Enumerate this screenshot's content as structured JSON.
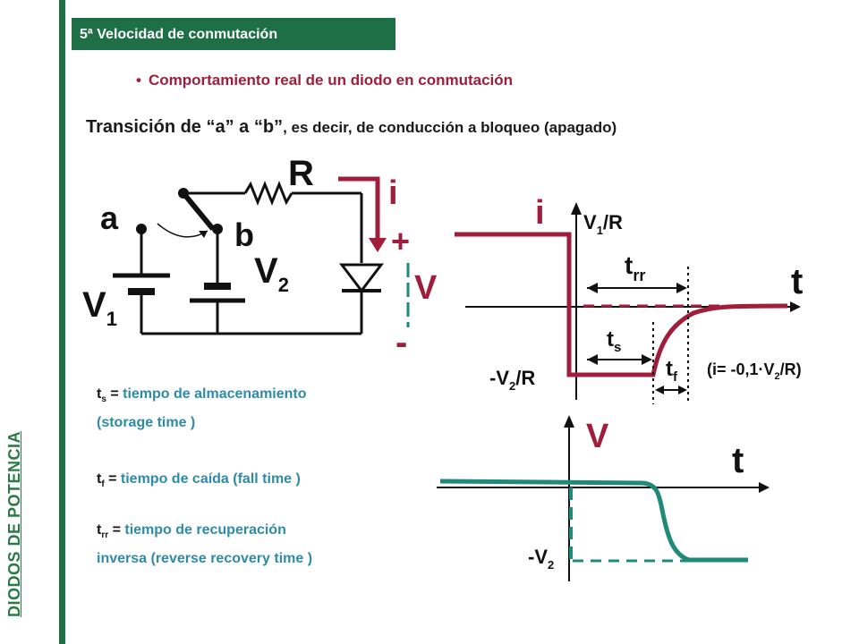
{
  "side_label": "DIODOS DE POTENCIA",
  "section_tag": "5ª Velocidad de conmutación",
  "bullet": "Comportamiento real de un diodo en conmutación",
  "heading": {
    "part1": "Transición de “a” a “b”",
    "part2": ", es decir, de conducción a bloqueo (apagado)"
  },
  "circuit": {
    "resistor": "R",
    "node_a": "a",
    "node_b": "b",
    "source1": "V",
    "source1_sub": "1",
    "source2": "V",
    "source2_sub": "2",
    "current": "i",
    "plus": "+",
    "voltage": "V",
    "minus": "-"
  },
  "current_plot": {
    "y_label": "i",
    "x_label": "t",
    "upper_level": "V",
    "upper_level_sub": "1",
    "upper_level_suffix": "/R",
    "lower_level": "-V",
    "lower_level_sub": "2",
    "lower_level_suffix": "/R",
    "trr": "t",
    "trr_sub": "rr",
    "ts": "t",
    "ts_sub": "s",
    "tf": "t",
    "tf_sub": "f",
    "note_prefix": "(i= -0,1·V",
    "note_sub": "2",
    "note_suffix": "/R)"
  },
  "voltage_plot": {
    "y_label": "V",
    "x_label": "t",
    "lower_level": "-V",
    "lower_level_sub": "2"
  },
  "definitions": [
    {
      "sym": "t",
      "sub": "s",
      "eq": " = ",
      "line1": "tiempo de almacenamiento",
      "line2": "(storage time )"
    },
    {
      "sym": "t",
      "sub": "f",
      "eq": " = ",
      "line1": "tiempo de caída (fall time )",
      "line2": ""
    },
    {
      "sym": "t",
      "sub": "rr",
      "eq": " = ",
      "line1": "tiempo de recuperación",
      "line2": "inversa (reverse recovery time )"
    }
  ],
  "colors": {
    "green_bar": "#1e6e46",
    "current_trace": "#a01e3c",
    "voltage_trace": "#1f8a7a",
    "definition_text": "#2e8ba8"
  }
}
